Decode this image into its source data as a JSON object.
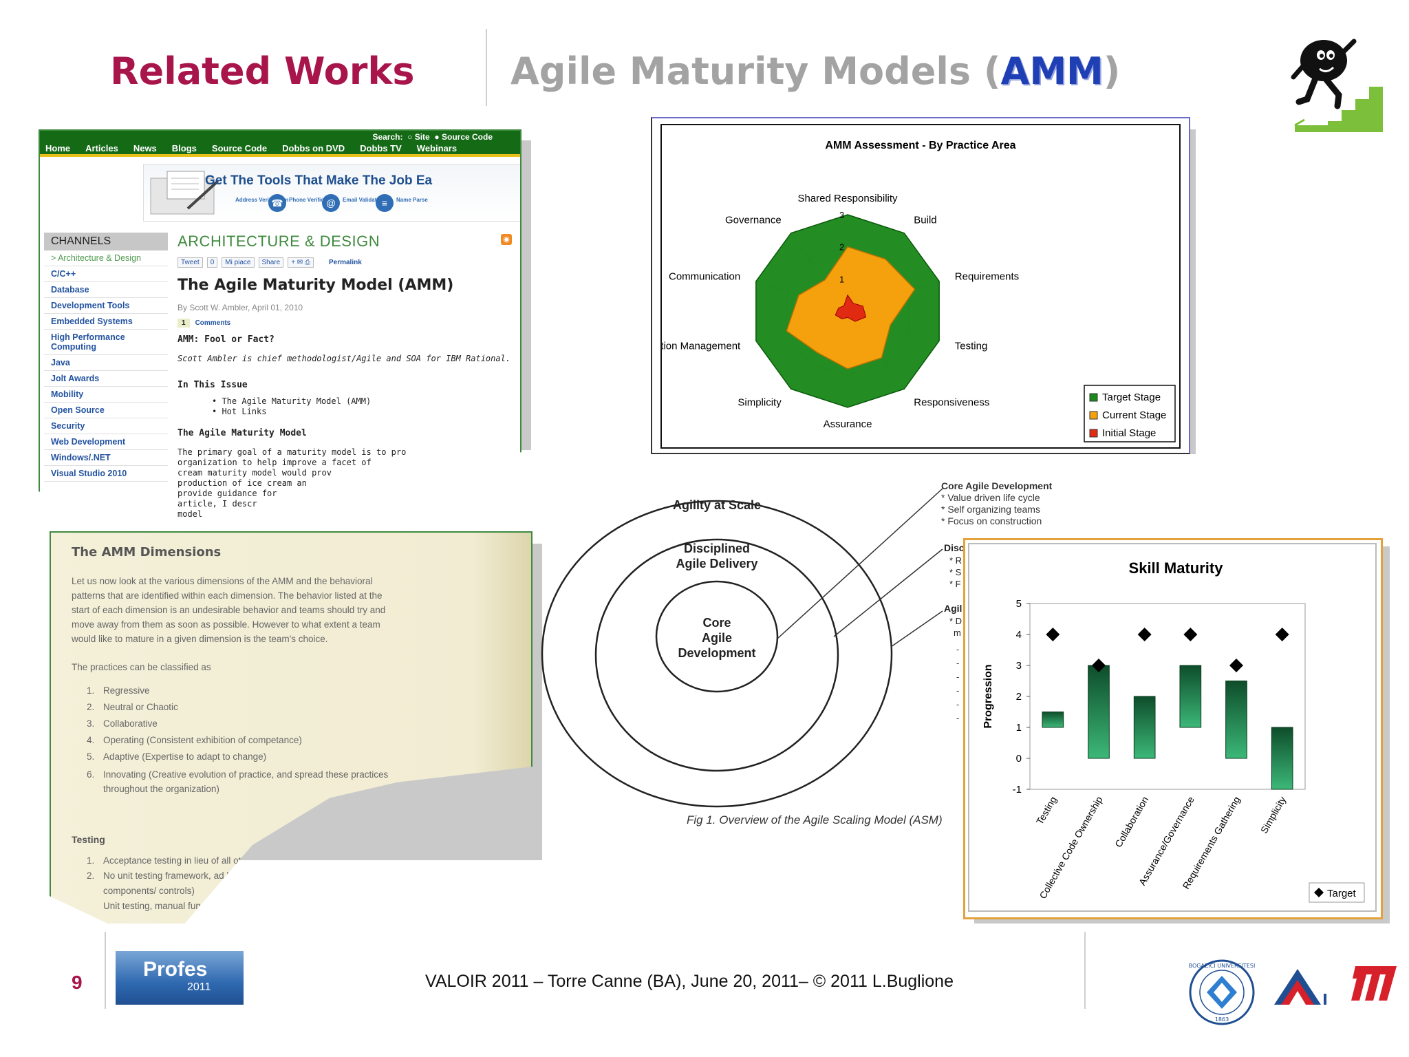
{
  "header": {
    "left_title": "Related Works",
    "right_title_pre": "Agile Maturity Models (",
    "right_title_acr": "AMM",
    "right_title_post": ")"
  },
  "web_article": {
    "search_label": "Search:",
    "search_options": [
      "Site",
      "Source Code"
    ],
    "nav": [
      "Home",
      "Articles",
      "News",
      "Blogs",
      "Source Code",
      "Dobbs on DVD",
      "Dobbs TV",
      "Webinars"
    ],
    "banner": "Get The Tools That Make The Job Ea",
    "banner_icons": [
      "Address Verification",
      "Phone Verification",
      "Email Validation",
      "Name Parse"
    ],
    "channels_header": "CHANNELS",
    "channels": [
      "> Architecture & Design",
      "C/C++",
      "Database",
      "Development Tools",
      "Embedded Systems",
      "High Performance Computing",
      "Java",
      "Jolt Awards",
      "Mobility",
      "Open Source",
      "Security",
      "Web Development",
      "Windows/.NET",
      "Visual Studio 2010"
    ],
    "section": "ARCHITECTURE & DESIGN",
    "social": {
      "tweet": "Tweet",
      "tweet_count": "0",
      "like": "Mi piace",
      "share": "Share",
      "permalink": "Permalink"
    },
    "title": "The Agile Maturity Model (AMM)",
    "byline": "By Scott W. Ambler, April 01, 2010",
    "comments_count": "1",
    "comments_label": "Comments",
    "subtitle": "AMM: Fool or Fact?",
    "author_note": "Scott Ambler is chief methodologist/Agile and SOA for IBM Rational.",
    "in_this_issue": "In This Issue",
    "issue_items": [
      "The Agile Maturity Model (AMM)",
      "Hot Links"
    ],
    "section_head": "The Agile Maturity Model",
    "para_lines": [
      "The primary goal of a maturity model is to pro",
      "organization to help improve a facet of",
      "cream maturity model would prov",
      "production of ice cream an",
      "provide guidance for",
      "article, I descr",
      "model"
    ]
  },
  "radar": {
    "title": "AMM Assessment - By Practice Area",
    "axes": [
      "Shared Responsibility",
      "Build",
      "Requirements",
      "Testing",
      "Responsiveness",
      "Assurance",
      "Simplicity",
      "Configuration Management",
      "Communication",
      "Governance"
    ],
    "rlabels": [
      "1",
      "2",
      "3"
    ],
    "target": [
      3,
      3,
      3,
      3,
      3,
      3,
      3,
      3,
      3,
      3
    ],
    "current": [
      2,
      2,
      2.2,
      1.4,
      1.8,
      1.8,
      1.6,
      2,
      1.6,
      1.2
    ],
    "initial": [
      0.5,
      0.3,
      0.5,
      0.6,
      0.4,
      0.2,
      0.3,
      0.4,
      0.3,
      0.2
    ],
    "legend": [
      "Target Stage",
      "Current Stage",
      "Initial Stage"
    ],
    "colors": {
      "target": "#1a8a1a",
      "current": "#f5a10e",
      "initial": "#e02a12",
      "grid": "#c8c8c8"
    }
  },
  "dimensions": {
    "title": "The AMM Dimensions",
    "para_lines": [
      "Let us now look at the various dimensions of the AMM and the behavioral",
      "patterns that are identified within each dimension. The behavior listed at the",
      "start of each dimension is an undesirable behavior and teams should try and",
      "move away from them as soon as possible. However to what extent a team",
      "would like to mature in a given dimension is the team's choice."
    ],
    "classified": "The practices can be classified as",
    "list": [
      {
        "n": "1.",
        "text": "Regressive"
      },
      {
        "n": "2.",
        "text": "Neutral or Chaotic"
      },
      {
        "n": "3.",
        "text": "Collaborative"
      },
      {
        "n": "4.",
        "text": "Operating (Consistent exhibition of competance)"
      },
      {
        "n": "5.",
        "text": "Adaptive (Expertise to adapt to change)"
      },
      {
        "n": "6.",
        "text": "Innovating (Creative evolution of practice, and spread these practices"
      }
    ],
    "list6_cont": "throughout the organization)",
    "testing": "Testing",
    "testing_list": [
      {
        "n": "1.",
        "text": "Acceptance testing in lieu of all other tests"
      },
      {
        "n": "2.",
        "text": "No unit testing framework, ad hoc testing (Manu"
      }
    ],
    "testing_cont": [
      "components/ controls)",
      "Unit testing, manual functional t"
    ]
  },
  "asm": {
    "outer": "Agility at Scale",
    "middle": [
      "Disciplined",
      "Agile Delivery"
    ],
    "inner": [
      "Core",
      "Agile",
      "Development"
    ],
    "caption": "Fig 1. Overview of the Agile Scaling Model (ASM)",
    "core_notes_title": "Core Agile Development",
    "core_notes": [
      "* Value driven life cycle",
      "* Self organizing teams",
      "* Focus on construction"
    ],
    "disc_prefix": "Disc",
    "disc_fragments": [
      "* R",
      "* S",
      "* F"
    ],
    "agil_prefix": "Agil",
    "agil_fragments": [
      "* D",
      "m"
    ]
  },
  "chart_data": {
    "type": "bar",
    "title": "Skill Maturity",
    "ylabel": "Progression",
    "categories": [
      "Testing",
      "Collective Code Ownership",
      "Collaboration",
      "Assurance/Governance",
      "Requirements Gathering",
      "Simplicity"
    ],
    "series": [
      {
        "kind": "floating-bar",
        "low": [
          1,
          0,
          0,
          1,
          0,
          -1
        ],
        "high": [
          1.5,
          3,
          2,
          3,
          2.5,
          1
        ]
      },
      {
        "name": "Target",
        "kind": "marker",
        "values": [
          4,
          3,
          4,
          4,
          3,
          4
        ]
      }
    ],
    "ylim": [
      -1,
      5
    ],
    "yticks": [
      "5",
      "4",
      "3",
      "2",
      "1",
      "0",
      "-1"
    ],
    "legend": "Target",
    "colors": {
      "bar_dark": "#0e4d2a",
      "bar_light": "#3cb878"
    }
  },
  "footer": {
    "page_number": "9",
    "profes": "Profes",
    "profes_year": "2011",
    "text": "VALOIR 2011 – Torre Canne (BA), June 20, 2011– © 2011 L.Buglione",
    "seal_text": "BOGAZICI UNIVERSITESI",
    "seal_year": "1863"
  }
}
